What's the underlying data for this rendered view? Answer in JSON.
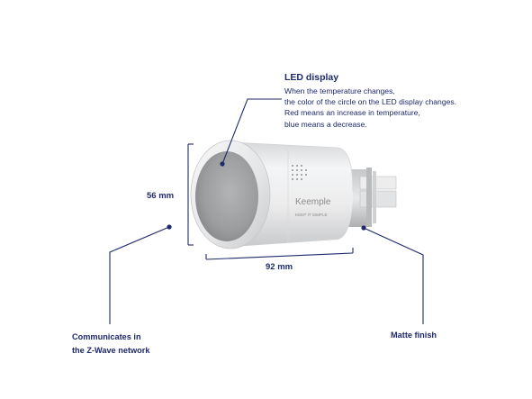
{
  "colors": {
    "accent": "#1f2a6b",
    "device_body": "#e9eaeb",
    "lens": "#9a9b9d"
  },
  "brand": {
    "name": "Keemple",
    "tagline": "KEEP IT SIMPLE"
  },
  "callouts": {
    "led": {
      "title": "LED display",
      "lines": [
        "When the temperature changes,",
        "the color of the circle on the LED display changes.",
        "Red means an increase in temperature,",
        "blue means a decrease."
      ]
    },
    "height": "56 mm",
    "width": "92 mm",
    "zwave": {
      "lines": [
        "Communicates in",
        "the Z-Wave network"
      ]
    },
    "matte": "Matte finish"
  }
}
